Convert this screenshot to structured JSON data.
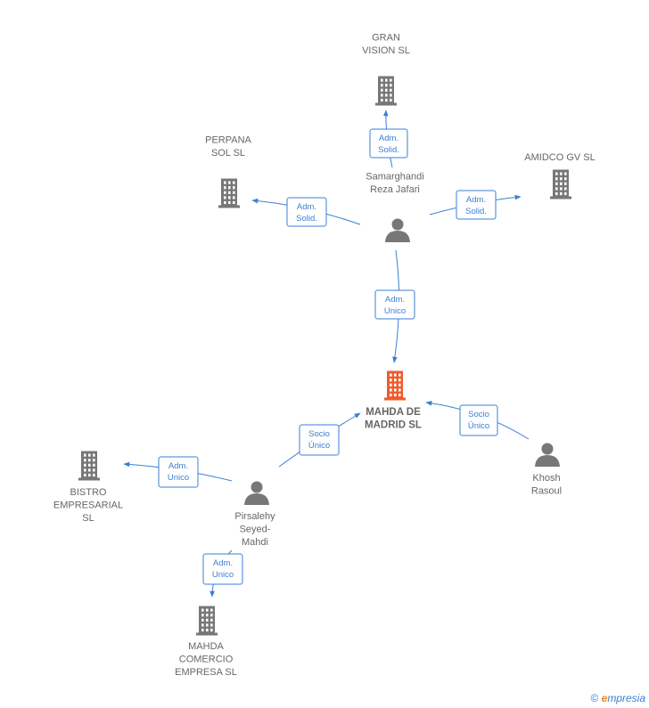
{
  "colors": {
    "edge": "#3a7fd5",
    "company": "#777777",
    "person": "#777777",
    "main": "#ef5a2a"
  },
  "nodes": [
    {
      "id": "gran",
      "type": "company",
      "label": [
        "GRAN",
        "VISION  SL"
      ],
      "icon": "building-icon"
    },
    {
      "id": "perpana",
      "type": "company",
      "label": [
        "PERPANA",
        "SOL  SL"
      ],
      "icon": "building-icon"
    },
    {
      "id": "amidco",
      "type": "company",
      "label": [
        "AMIDCO GV  SL"
      ],
      "icon": "building-icon"
    },
    {
      "id": "samar",
      "type": "person",
      "label": [
        "Samarghandi",
        "Reza Jafari"
      ],
      "icon": "person-icon"
    },
    {
      "id": "mahda",
      "type": "main",
      "label": [
        "MAHDA DE",
        "MADRID  SL"
      ],
      "icon": "building-icon"
    },
    {
      "id": "khosh",
      "type": "person",
      "label": [
        "Khosh",
        "Rasoul"
      ],
      "icon": "person-icon"
    },
    {
      "id": "bistro",
      "type": "company",
      "label": [
        "BISTRO",
        "EMPRESARIAL",
        "SL"
      ],
      "icon": "building-icon"
    },
    {
      "id": "pirsa",
      "type": "person",
      "label": [
        "Pirsalehy",
        "Seyed-",
        "Mahdi"
      ],
      "icon": "person-icon"
    },
    {
      "id": "comercio",
      "type": "company",
      "label": [
        "MAHDA",
        "COMERCIO",
        "EMPRESA  SL"
      ],
      "icon": "building-icon"
    }
  ],
  "edges": [
    {
      "from": "samar",
      "to": "gran",
      "label": [
        "Adm.",
        "Solid."
      ]
    },
    {
      "from": "samar",
      "to": "perpana",
      "label": [
        "Adm.",
        "Solid."
      ]
    },
    {
      "from": "samar",
      "to": "amidco",
      "label": [
        "Adm.",
        "Solid."
      ]
    },
    {
      "from": "samar",
      "to": "mahda",
      "label": [
        "Adm.",
        "Unico"
      ]
    },
    {
      "from": "khosh",
      "to": "mahda",
      "label": [
        "Socio",
        "Único"
      ]
    },
    {
      "from": "pirsa",
      "to": "mahda",
      "label": [
        "Socio",
        "Único"
      ]
    },
    {
      "from": "pirsa",
      "to": "bistro",
      "label": [
        "Adm.",
        "Unico"
      ]
    },
    {
      "from": "pirsa",
      "to": "comercio",
      "label": [
        "Adm.",
        "Unico"
      ]
    }
  ],
  "footer": {
    "copyright_symbol": "©",
    "brand_initial": "e",
    "brand_rest": "mpresia"
  }
}
